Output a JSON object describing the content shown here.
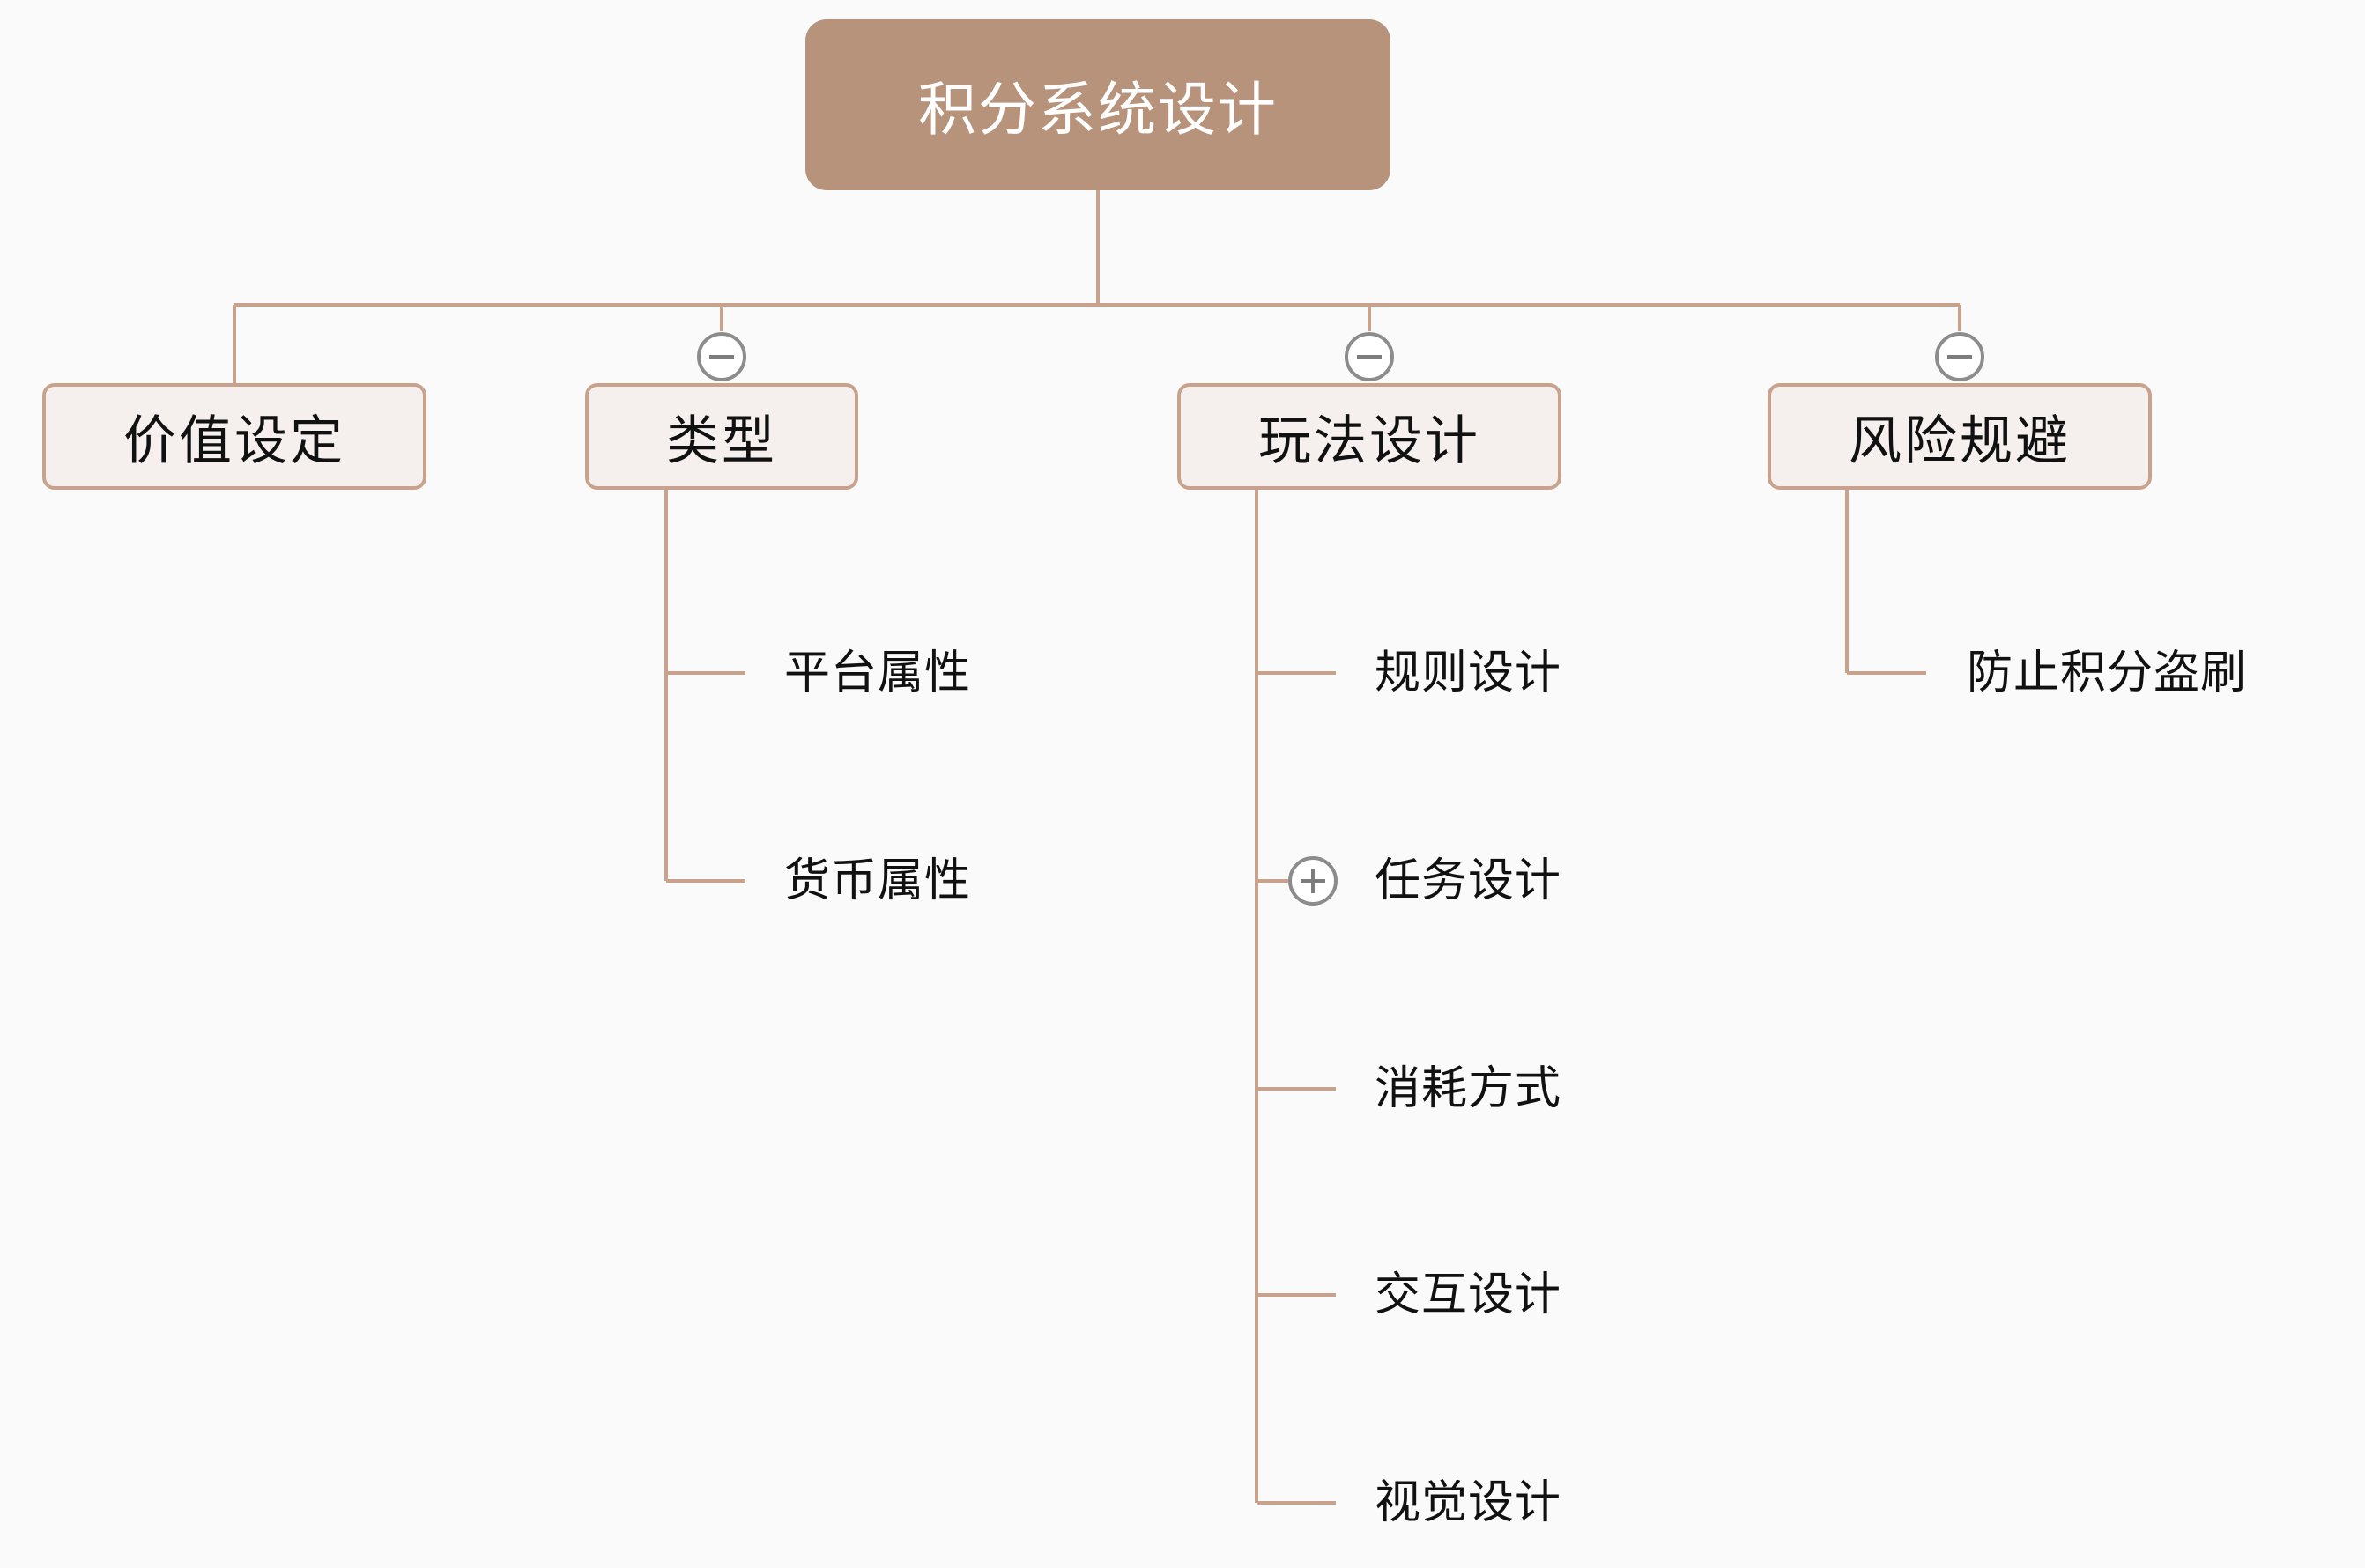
{
  "diagram": {
    "root": {
      "label": "积分系统设计"
    },
    "branches": [
      {
        "label": "价值设定",
        "children": []
      },
      {
        "label": "类型",
        "children": [
          "平台属性",
          "货币属性"
        ]
      },
      {
        "label": "玩法设计",
        "children": [
          "规则设计",
          "任务设计",
          "消耗方式",
          "交互设计",
          "视觉设计"
        ]
      },
      {
        "label": "风险规避",
        "children": [
          "防止积分盗刷"
        ]
      }
    ]
  },
  "colors": {
    "root_fill": "#b8937b",
    "branch_fill": "#f5f0ed",
    "branch_border": "#c8a28d",
    "connector": "#c8a28d",
    "background": "#fafafa"
  },
  "icons": {
    "collapse": "minus-circle-icon",
    "expand": "plus-circle-icon"
  }
}
